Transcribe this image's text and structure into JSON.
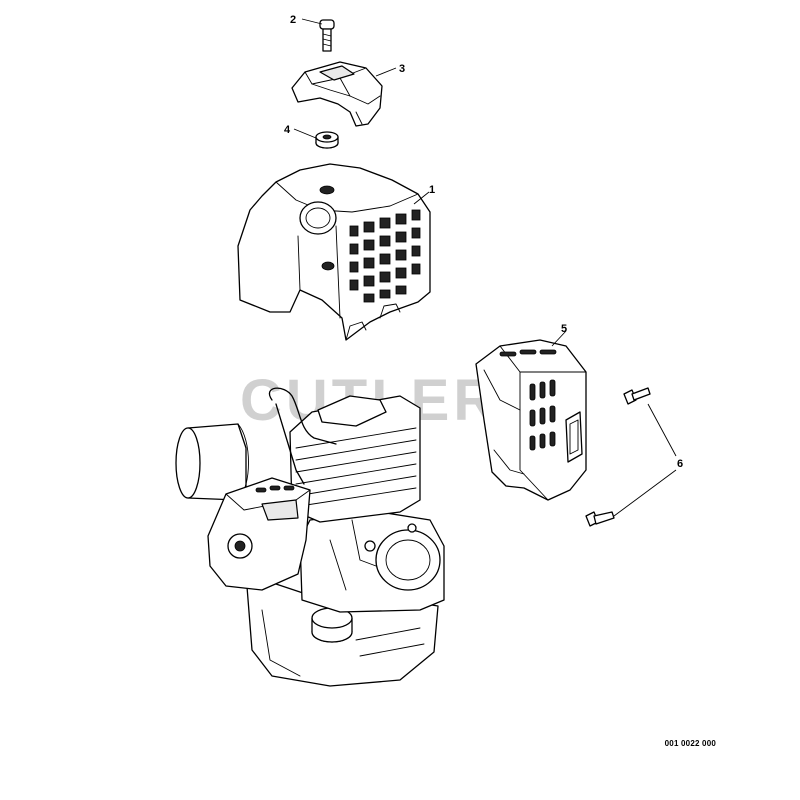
{
  "diagram": {
    "callouts": [
      {
        "id": "1",
        "label": "1"
      },
      {
        "id": "2",
        "label": "2"
      },
      {
        "id": "3",
        "label": "3"
      },
      {
        "id": "4",
        "label": "4"
      },
      {
        "id": "5",
        "label": "5"
      },
      {
        "id": "6",
        "label": "6"
      }
    ],
    "watermark": "CUTLERS",
    "document_number": "001 0022 000"
  },
  "parts": [
    {
      "callout": "1",
      "icon": "engine-cover-icon"
    },
    {
      "callout": "2",
      "icon": "screw-icon"
    },
    {
      "callout": "3",
      "icon": "cover-cap-icon"
    },
    {
      "callout": "4",
      "icon": "grommet-icon"
    },
    {
      "callout": "5",
      "icon": "muffler-shield-icon"
    },
    {
      "callout": "6",
      "icon": "screw-icon"
    }
  ],
  "colors": {
    "line": "#000000",
    "fill": "#ffffff",
    "shade": "#e9e9e9",
    "watermark": "#d0d0d0"
  }
}
